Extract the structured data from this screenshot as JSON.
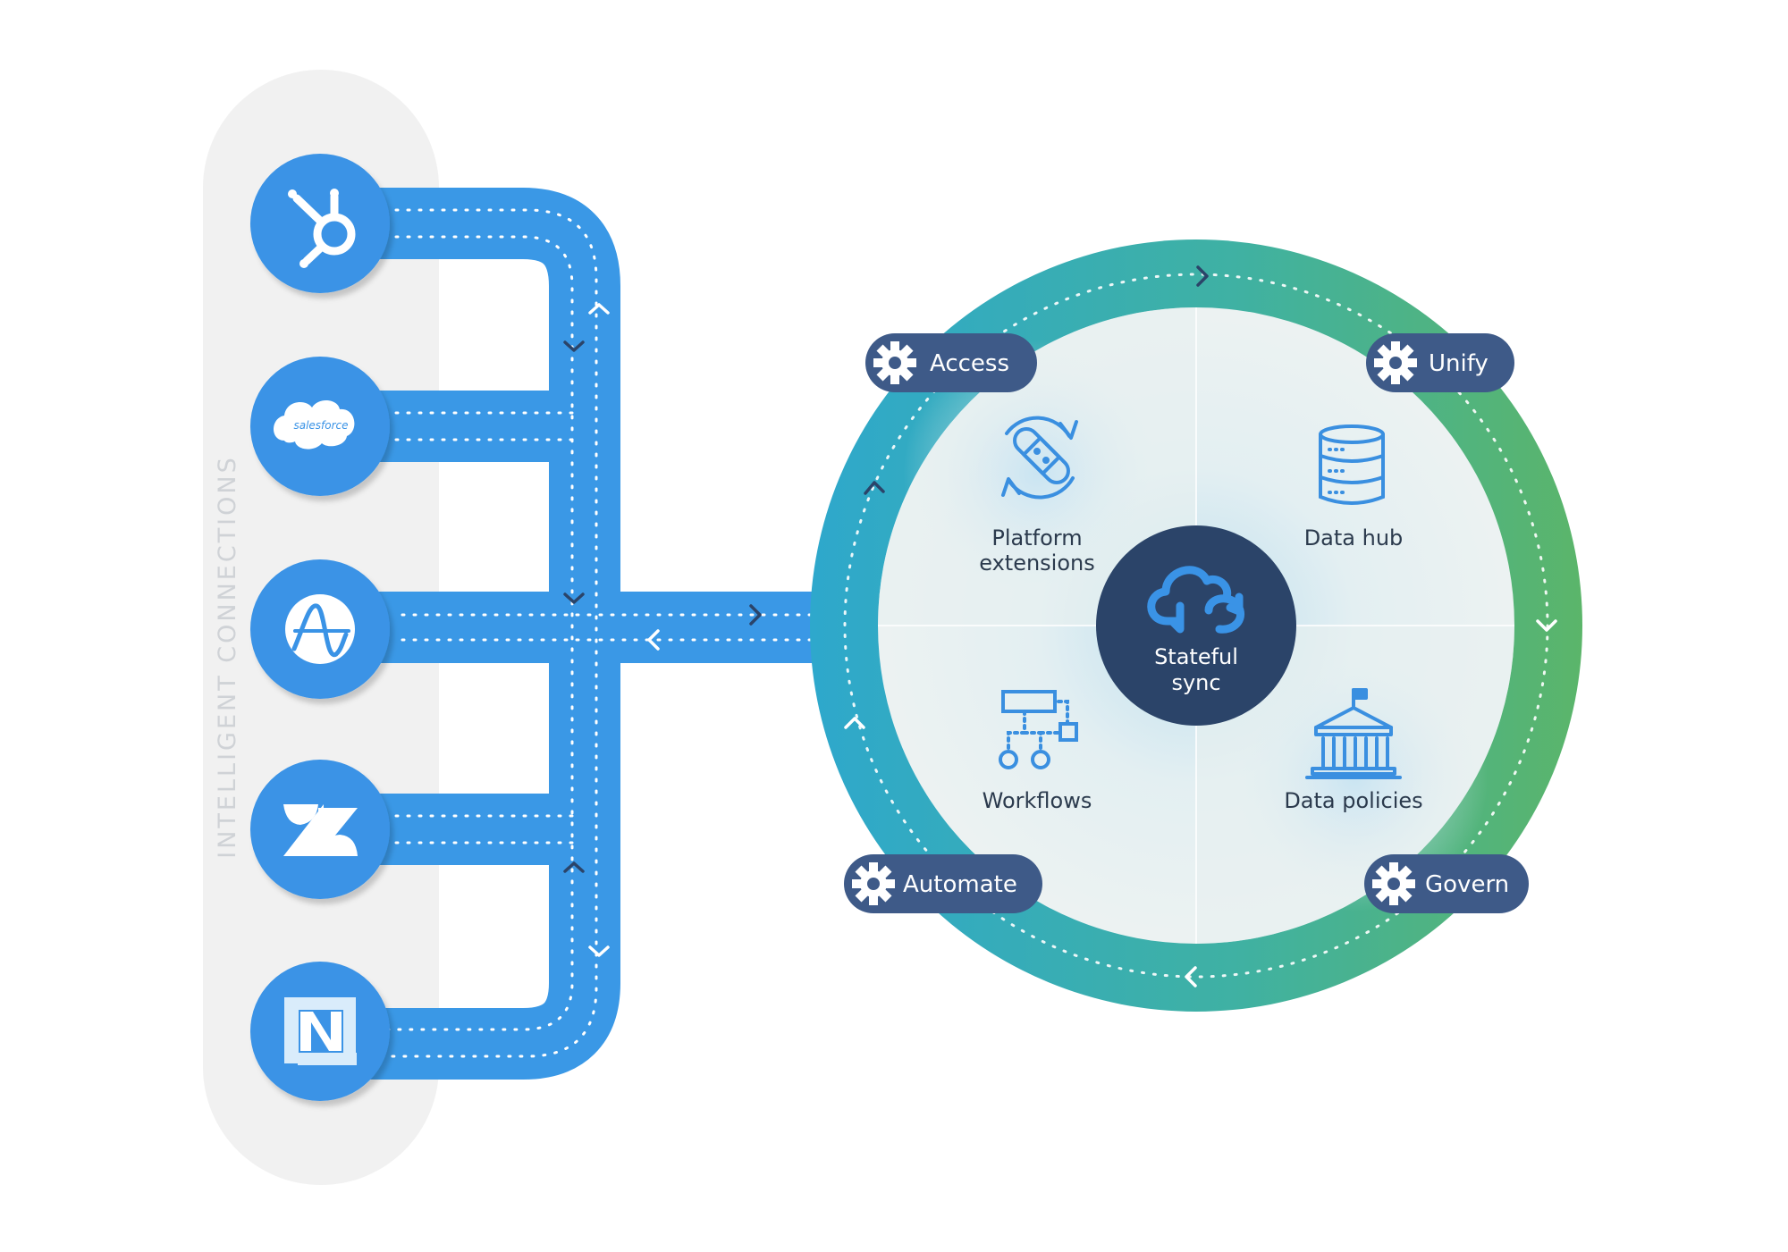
{
  "sidebar": {
    "label": "INTELLIGENT CONNECTIONS",
    "apps": [
      {
        "name": "hubspot",
        "icon": "hubspot-icon"
      },
      {
        "name": "salesforce",
        "icon": "salesforce-icon",
        "logo_text": "salesforce"
      },
      {
        "name": "amplitude",
        "icon": "amplitude-icon"
      },
      {
        "name": "zendesk",
        "icon": "zendesk-icon"
      },
      {
        "name": "netsuite",
        "icon": "netsuite-icon"
      }
    ]
  },
  "hub": {
    "center": {
      "line1": "Stateful",
      "line2": "sync",
      "icon": "cloud-sync-icon"
    },
    "quadrants": [
      {
        "line1": "Platform",
        "line2": "extensions",
        "icon": "bandage-refresh-icon"
      },
      {
        "line1": "Data hub",
        "icon": "database-icon"
      },
      {
        "line1": "Workflows",
        "icon": "workflow-icon"
      },
      {
        "line1": "Data policies",
        "icon": "government-building-icon"
      }
    ],
    "stages": [
      {
        "label": "Access",
        "icon": "gear-icon"
      },
      {
        "label": "Unify",
        "icon": "gear-icon"
      },
      {
        "label": "Automate",
        "icon": "gear-icon"
      },
      {
        "label": "Govern",
        "icon": "gear-icon"
      }
    ]
  },
  "colors": {
    "pipe_blue": "#3a98e6",
    "app_circle": "#3a93e6",
    "ring_teal": "#2aa6c8",
    "ring_green": "#56b46c",
    "navy": "#2b4469",
    "pill": "#3e5a88",
    "icon_blue": "#3a8fe0",
    "sidebar_bg": "#f1f1f1",
    "label_gray": "#cfd2d6"
  }
}
